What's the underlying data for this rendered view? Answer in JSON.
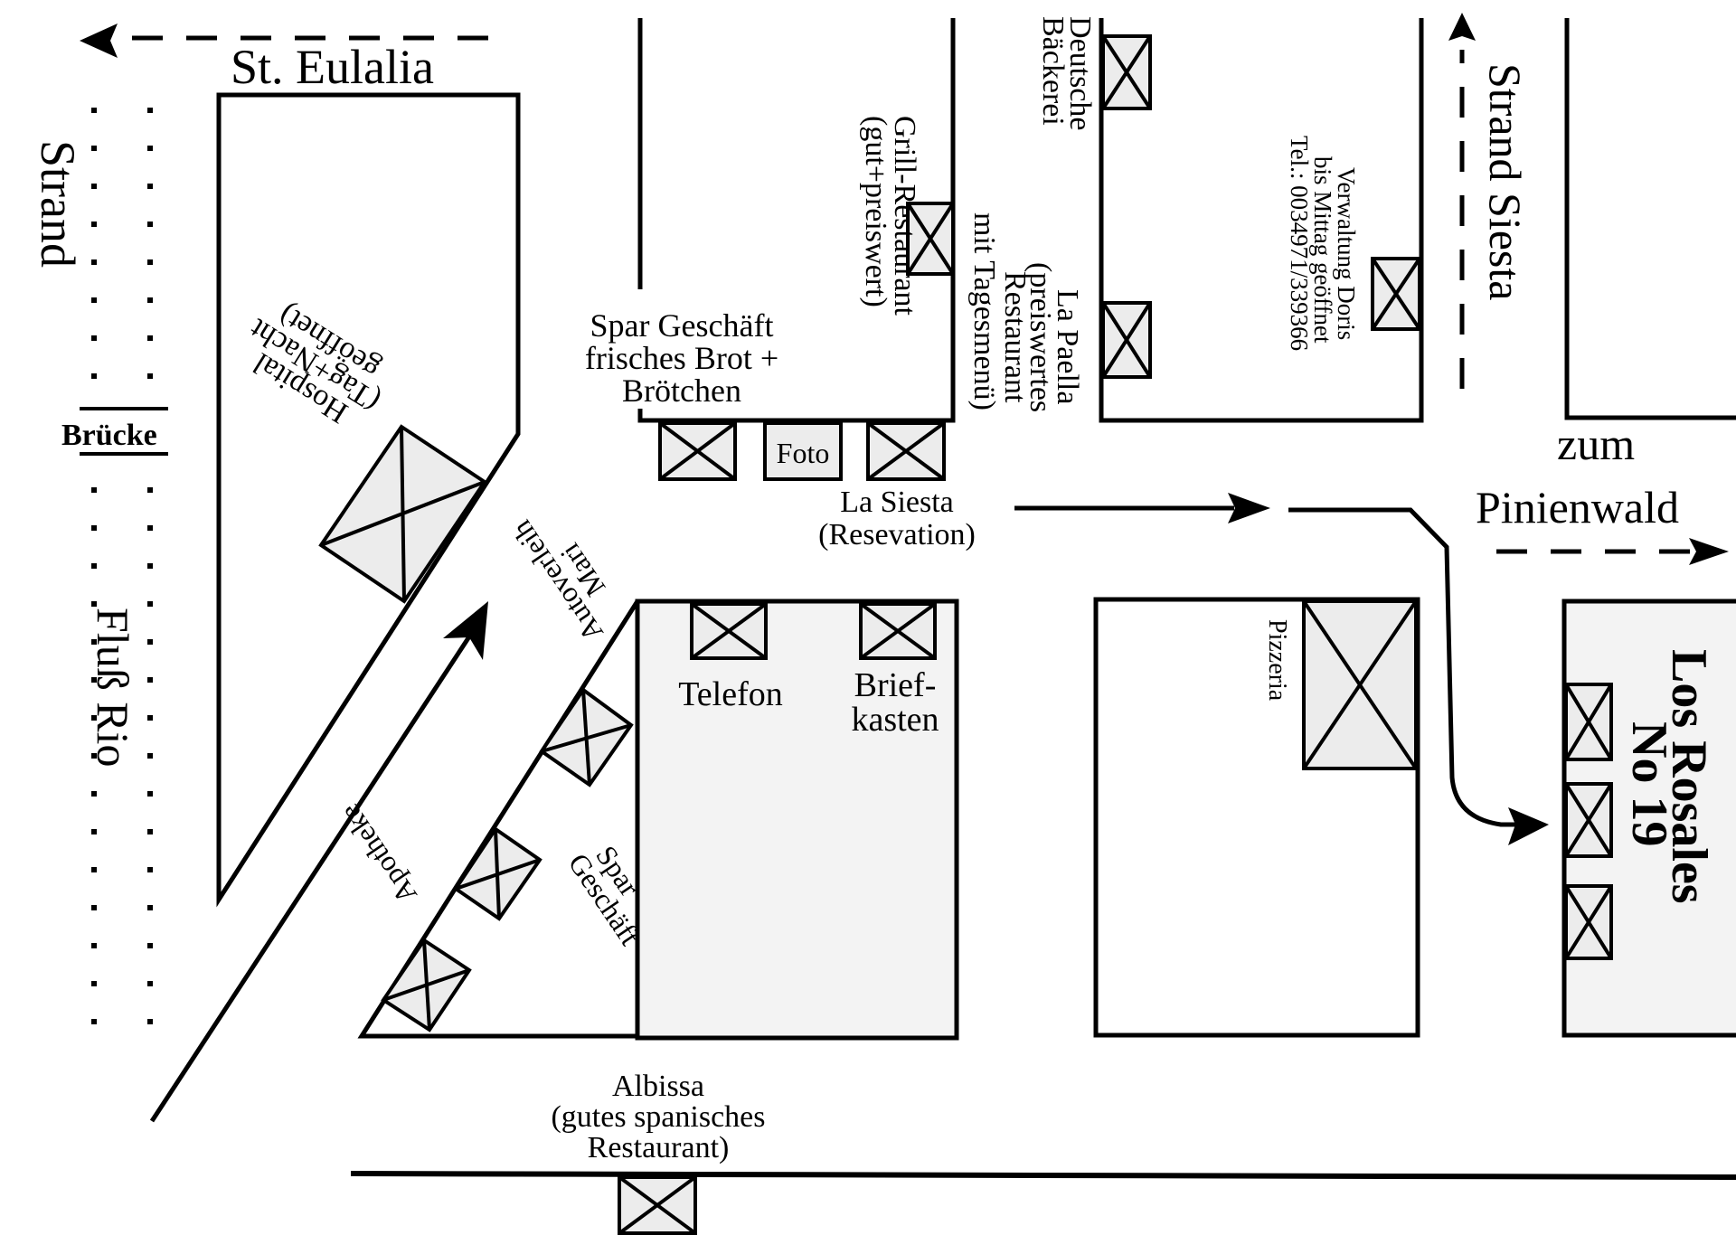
{
  "map": {
    "streets": {
      "st_eulalia": "St. Eulalia",
      "strand_siesta": "Strand Siesta",
      "zum_pinienwald_line1": "zum",
      "zum_pinienwald_line2": "Pinienwald"
    },
    "river": {
      "strand": "Strand",
      "bruecke": "Brücke",
      "fluss_rio": "Fluß Rio"
    },
    "places": {
      "hospital": [
        "Hospital",
        "(Tag+Nacht",
        "geöffnet)"
      ],
      "spar_top": [
        "Spar Geschäft",
        "frisches Brot +",
        "Brötchen"
      ],
      "foto": "Foto",
      "grill_restaurant": [
        "Grill-Restaurant",
        "(gut+preiswert)"
      ],
      "deutsche_baeckerei": [
        "Deutsche",
        "Bäckerei"
      ],
      "la_paella": [
        "La Paella",
        "(preiswertes",
        "Restaurant",
        "mit Tagesmenü)"
      ],
      "verwaltung": [
        "Verwaltung Doris",
        "bis Mittag geöffnet",
        "Tel.: 0034971/339366"
      ],
      "la_siesta": [
        "La Siesta",
        "(Resevation)"
      ],
      "telefon": "Telefon",
      "briefkasten": [
        "Brief-",
        "kasten"
      ],
      "pizzeria": "Pizzeria",
      "autoverleih": [
        "Autoverleih",
        "Mari"
      ],
      "spar_bottom": [
        "Spar",
        "Geschäft"
      ],
      "apotheke": "Apotheke",
      "albissa": [
        "Albissa",
        "(gutes spanisches",
        "Restaurant)"
      ],
      "destination": [
        "Los Rosales",
        "No 19"
      ]
    }
  }
}
